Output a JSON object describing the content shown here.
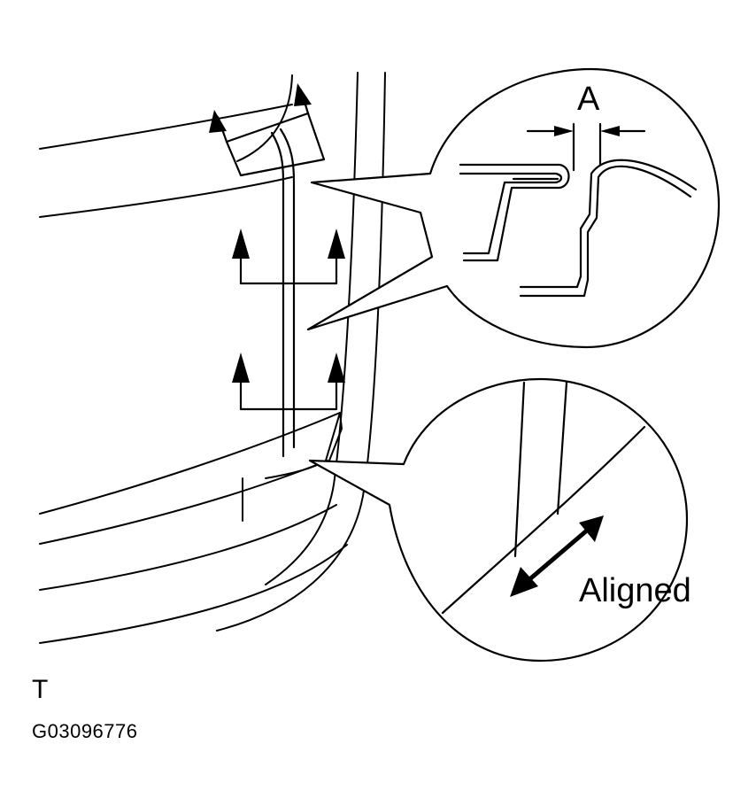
{
  "labels": {
    "dimension": "A",
    "aligned": "Aligned",
    "view_marker": "T",
    "figure_code": "G03096776"
  },
  "colors": {
    "ink": "#000000",
    "background": "#ffffff"
  }
}
